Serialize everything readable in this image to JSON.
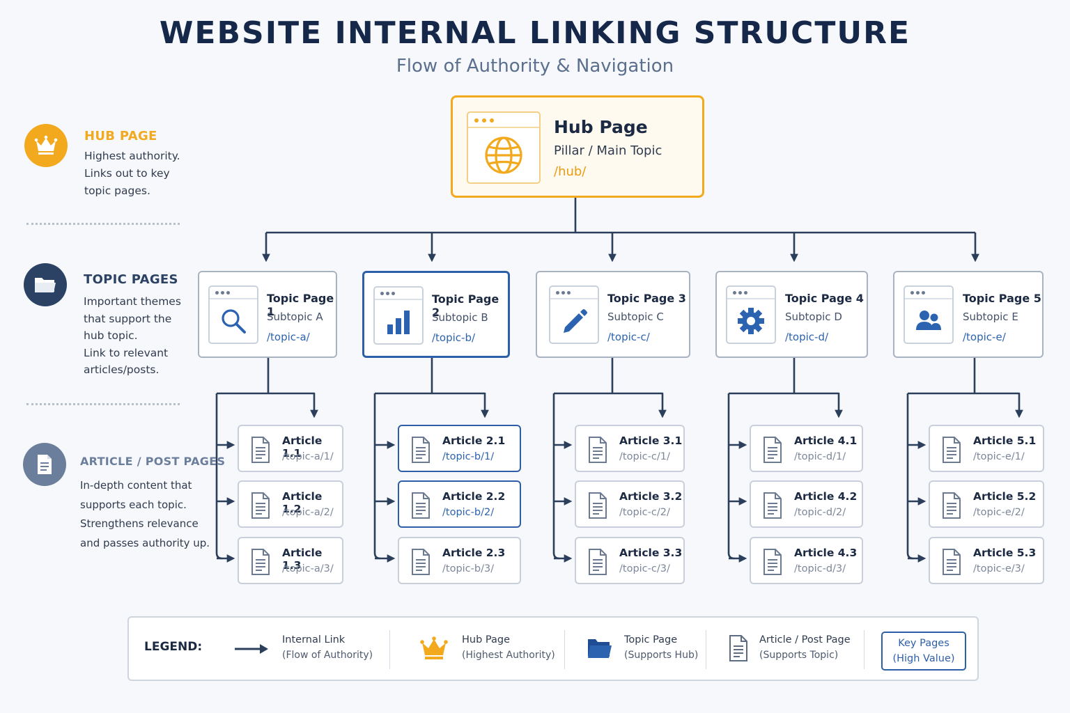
{
  "header": {
    "title": "WEBSITE INTERNAL LINKING STRUCTURE",
    "subtitle": "Flow of Authority & Navigation"
  },
  "colors": {
    "hub_accent": "#f2a91e",
    "topic_navy": "#2b4264",
    "key_blue": "#2d5fa8",
    "article_slate": "#6b7f9c",
    "connector": "#2b3f5c"
  },
  "side_legend": {
    "hub": {
      "icon": "crown-icon",
      "title": "HUB PAGE",
      "lines": [
        "Highest authority.",
        "Links out to key",
        "topic pages."
      ]
    },
    "topics": {
      "icon": "folder-icon",
      "title": "TOPIC PAGES",
      "lines": [
        "Important themes",
        "that support the",
        "hub topic.",
        "Link to relevant",
        "articles/posts."
      ]
    },
    "articles": {
      "icon": "document-icon",
      "title": "ARTICLE / POST PAGES",
      "lines": [
        "In-depth content that",
        "supports each topic.",
        "Strengthens relevance",
        "and passes authority up."
      ]
    }
  },
  "hub": {
    "icon": "globe-icon",
    "name": "Hub Page",
    "subtitle": "Pillar / Main Topic",
    "url": "/hub/"
  },
  "topics": [
    {
      "name": "Topic Page 1",
      "subtitle": "Subtopic A",
      "url": "/topic-a/",
      "icon": "search-icon",
      "key": false,
      "articles": [
        {
          "name": "Article 1.1",
          "url": "/topic-a/1/",
          "key": false
        },
        {
          "name": "Article 1.2",
          "url": "/topic-a/2/",
          "key": false
        },
        {
          "name": "Article 1.3",
          "url": "/topic-a/3/",
          "key": false
        }
      ]
    },
    {
      "name": "Topic Page 2",
      "subtitle": "Subtopic B",
      "url": "/topic-b/",
      "icon": "bar-chart-icon",
      "key": true,
      "articles": [
        {
          "name": "Article 2.1",
          "url": "/topic-b/1/",
          "key": true
        },
        {
          "name": "Article 2.2",
          "url": "/topic-b/2/",
          "key": true
        },
        {
          "name": "Article 2.3",
          "url": "/topic-b/3/",
          "key": false
        }
      ]
    },
    {
      "name": "Topic Page 3",
      "subtitle": "Subtopic C",
      "url": "/topic-c/",
      "icon": "pencil-icon",
      "key": false,
      "articles": [
        {
          "name": "Article 3.1",
          "url": "/topic-c/1/",
          "key": false
        },
        {
          "name": "Article 3.2",
          "url": "/topic-c/2/",
          "key": false
        },
        {
          "name": "Article 3.3",
          "url": "/topic-c/3/",
          "key": false
        }
      ]
    },
    {
      "name": "Topic Page 4",
      "subtitle": "Subtopic D",
      "url": "/topic-d/",
      "icon": "gear-icon",
      "key": false,
      "articles": [
        {
          "name": "Article 4.1",
          "url": "/topic-d/1/",
          "key": false
        },
        {
          "name": "Article 4.2",
          "url": "/topic-d/2/",
          "key": false
        },
        {
          "name": "Article 4.3",
          "url": "/topic-d/3/",
          "key": false
        }
      ]
    },
    {
      "name": "Topic Page 5",
      "subtitle": "Subtopic E",
      "url": "/topic-e/",
      "icon": "users-icon",
      "key": false,
      "articles": [
        {
          "name": "Article 5.1",
          "url": "/topic-e/1/",
          "key": false
        },
        {
          "name": "Article 5.2",
          "url": "/topic-e/2/",
          "key": false
        },
        {
          "name": "Article 5.3",
          "url": "/topic-e/3/",
          "key": false
        }
      ]
    }
  ],
  "legend": {
    "title": "LEGEND:",
    "items": [
      {
        "icon": "arrow-right-icon",
        "label": "Internal Link",
        "desc": "(Flow of Authority)"
      },
      {
        "icon": "crown-icon",
        "label": "Hub Page",
        "desc": "(Highest Authority)"
      },
      {
        "icon": "folder-icon",
        "label": "Topic Page",
        "desc": "(Supports Hub)"
      },
      {
        "icon": "document-icon",
        "label": "Article / Post Page",
        "desc": "(Supports Topic)"
      }
    ],
    "key_pages": {
      "line1": "Key Pages",
      "line2": "(High Value)"
    }
  }
}
